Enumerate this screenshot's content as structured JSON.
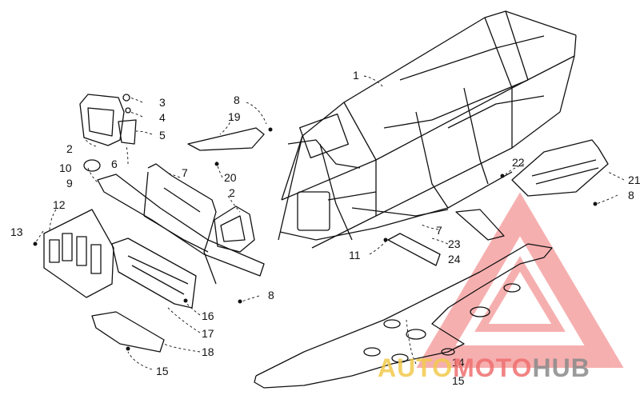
{
  "callouts": {
    "c1": "1",
    "c2a": "2",
    "c2b": "2",
    "c3": "3",
    "c4": "4",
    "c5": "5",
    "c6": "6",
    "c7a": "7",
    "c7b": "7",
    "c8a": "8",
    "c8b": "8",
    "c8c": "8",
    "c9": "9",
    "c10": "10",
    "c11": "11",
    "c12": "12",
    "c13": "13",
    "c14": "14",
    "c15a": "15",
    "c15b": "15",
    "c16": "16",
    "c17": "17",
    "c18": "18",
    "c19": "19",
    "c20": "20",
    "c21": "21",
    "c22": "22",
    "c23": "23",
    "c24": "24"
  },
  "watermark": {
    "part1": "AUTO",
    "part2": "MOTO",
    "part3": "HUB",
    "colors": {
      "yellow": "#f2c94c",
      "red": "#ef6f6f",
      "gray": "#8a8a8a"
    }
  },
  "colors": {
    "line": "#111111",
    "background": "#ffffff"
  }
}
